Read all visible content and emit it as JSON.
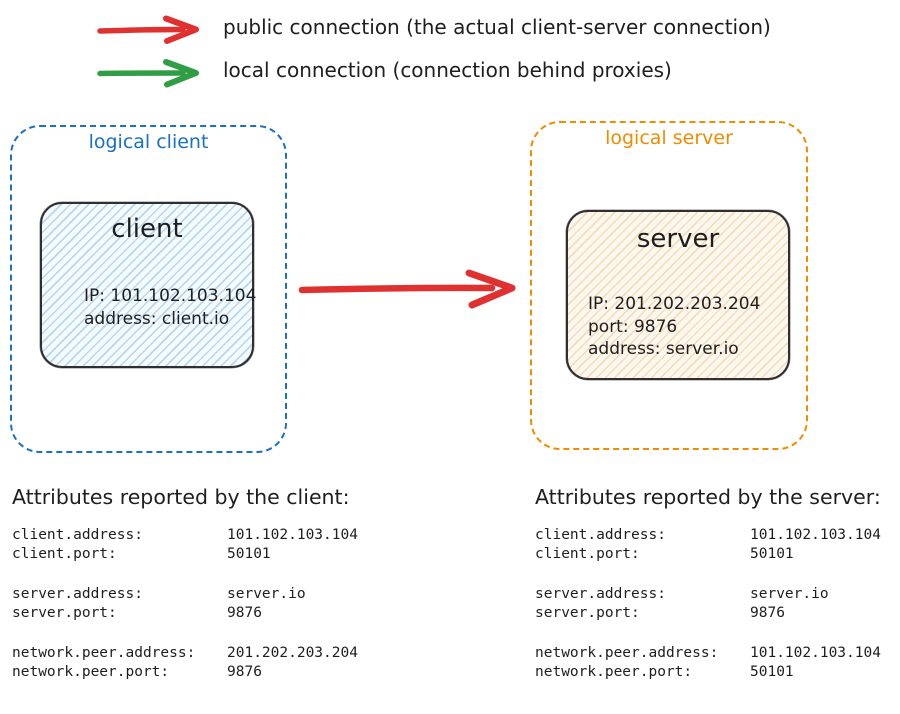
{
  "colors": {
    "public_arrow_red": "#e03131",
    "local_arrow_green": "#2f9e44",
    "logical_client_blue": "#1971c2",
    "logical_server_orange": "#f08c00",
    "ink": "#1e1e1e",
    "client_node_fill": "#f4fafe",
    "server_node_fill": "#fdf8ef"
  },
  "legend": {
    "items": [
      {
        "icon": "public-connection-arrow-icon",
        "color": "#e03131",
        "label": "public connection (the actual client-server connection)"
      },
      {
        "icon": "local-connection-arrow-icon",
        "color": "#2f9e44",
        "label": "local connection (connection behind proxies)"
      }
    ]
  },
  "diagram": {
    "logical_client": {
      "label": "logical client",
      "node": {
        "title": "client",
        "lines": [
          "IP: 101.102.103.104",
          "address: client.io"
        ]
      }
    },
    "logical_server": {
      "label": "logical server",
      "node": {
        "title": "server",
        "lines": [
          "IP: 201.202.203.204",
          "port: 9876",
          "address: server.io"
        ]
      }
    },
    "connection": {
      "type": "public",
      "from": "client",
      "to": "server"
    }
  },
  "client_attributes": {
    "heading": "Attributes reported by the client:",
    "rows": [
      {
        "key": "client.address:",
        "value": "101.102.103.104"
      },
      {
        "key": "client.port:",
        "value": "50101"
      },
      {
        "key": "server.address:",
        "value": "server.io"
      },
      {
        "key": "server.port:",
        "value": "9876"
      },
      {
        "key": "network.peer.address:",
        "value": "201.202.203.204"
      },
      {
        "key": "network.peer.port:",
        "value": "9876"
      }
    ]
  },
  "server_attributes": {
    "heading": "Attributes reported by the server:",
    "rows": [
      {
        "key": "client.address:",
        "value": "101.102.103.104"
      },
      {
        "key": "client.port:",
        "value": "50101"
      },
      {
        "key": "server.address:",
        "value": "server.io"
      },
      {
        "key": "server.port:",
        "value": "9876"
      },
      {
        "key": "network.peer.address:",
        "value": "101.102.103.104"
      },
      {
        "key": "network.peer.port:",
        "value": "50101"
      }
    ]
  }
}
